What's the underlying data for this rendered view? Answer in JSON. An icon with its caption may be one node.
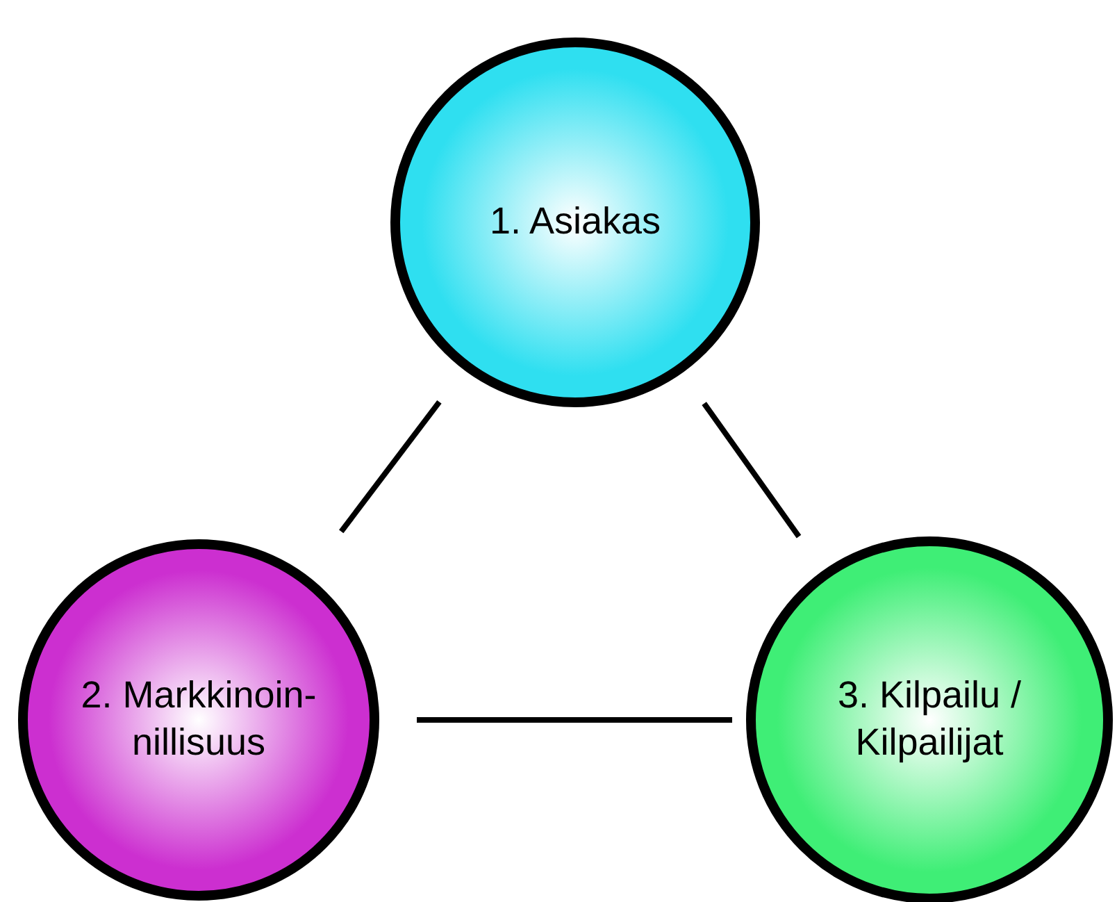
{
  "diagram": {
    "nodes": [
      {
        "text": [
          "1. Asiakas"
        ]
      },
      {
        "text": [
          "2. Markkinoin- nillisuus"
        ]
      },
      {
        "text": [
          "3. Kilpailu / Kilpailijat"
        ]
      }
    ],
    "edges": [
      {
        "from": 0,
        "to": 1,
        "arrow": "none"
      },
      {
        "from": 0,
        "to": 2,
        "arrow": "none"
      },
      {
        "from": 1,
        "to": 2,
        "arrow": "none"
      }
    ]
  }
}
